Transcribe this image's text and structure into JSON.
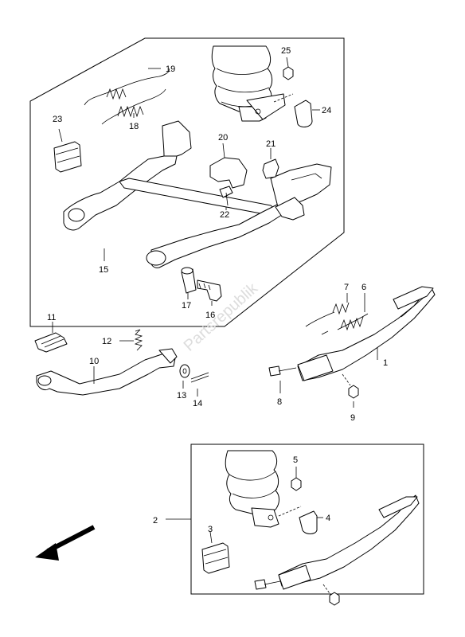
{
  "watermark": "Partsrepublik",
  "callouts": {
    "c1": "1",
    "c2": "2",
    "c3": "3",
    "c4": "4",
    "c5": "5",
    "c6": "6",
    "c7": "7",
    "c8": "8",
    "c9": "9",
    "c10": "10",
    "c11": "11",
    "c12": "12",
    "c13": "13",
    "c14": "14",
    "c15": "15",
    "c16": "16",
    "c17": "17",
    "c18": "18",
    "c19": "19",
    "c20": "20",
    "c21": "21",
    "c22": "22",
    "c23": "23",
    "c24": "24",
    "c25": "25"
  }
}
